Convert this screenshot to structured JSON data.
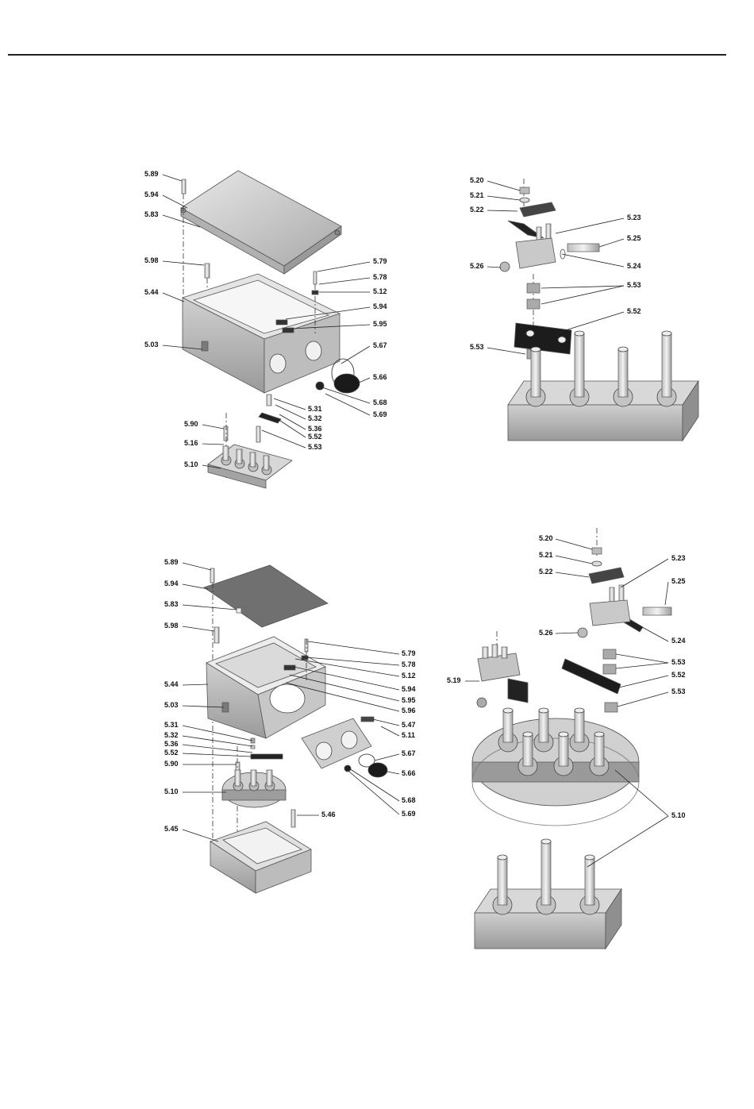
{
  "diagrams": [
    {
      "name": "terminal-box-exploded-view-1",
      "labels": [
        "5.89",
        "5.94",
        "5.83",
        "5.98",
        "5.44",
        "5.03",
        "5.79",
        "5.78",
        "5.12",
        "5.94",
        "5.95",
        "5.67",
        "5.66",
        "5.68",
        "5.69",
        "5.31",
        "5.32",
        "5.36",
        "5.52",
        "5.53",
        "5.90",
        "5.16",
        "5.10"
      ]
    },
    {
      "name": "terminal-block-detail-1",
      "labels": [
        "5.20",
        "5.21",
        "5.22",
        "5.23",
        "5.25",
        "5.24",
        "5.26",
        "5.53",
        "5.52",
        "5.53"
      ]
    },
    {
      "name": "terminal-box-exploded-view-2",
      "labels": [
        "5.89",
        "5.94",
        "5.83",
        "5.98",
        "5.44",
        "5.03",
        "5.31",
        "5.32",
        "5.36",
        "5.52",
        "5.90",
        "5.10",
        "5.45",
        "5.79",
        "5.78",
        "5.12",
        "5.94",
        "5.95",
        "5.96",
        "5.47",
        "5.11",
        "5.67",
        "5.66",
        "5.68",
        "5.69",
        "5.46"
      ]
    },
    {
      "name": "terminal-block-detail-2",
      "labels": [
        "5.20",
        "5.21",
        "5.22",
        "5.23",
        "5.25",
        "5.24",
        "5.26",
        "5.53",
        "5.52",
        "5.53",
        "5.19",
        "5.10"
      ]
    }
  ]
}
